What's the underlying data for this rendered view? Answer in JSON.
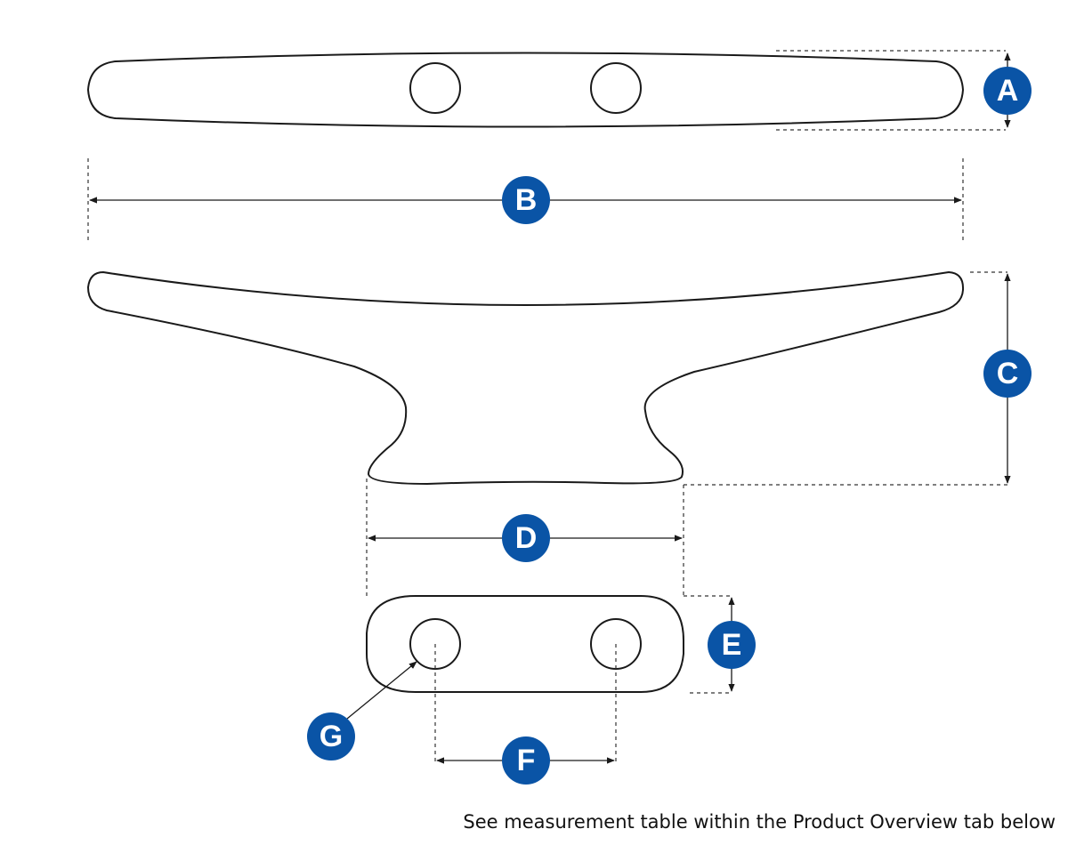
{
  "labels": {
    "a": "A",
    "b": "B",
    "c": "C",
    "d": "D",
    "e": "E",
    "f": "F",
    "g": "G"
  },
  "footnote": "See measurement table within the Product Overview tab below",
  "colors": {
    "badge": "#0a54a6",
    "outline": "#1a1a1a",
    "background": "#ffffff"
  }
}
